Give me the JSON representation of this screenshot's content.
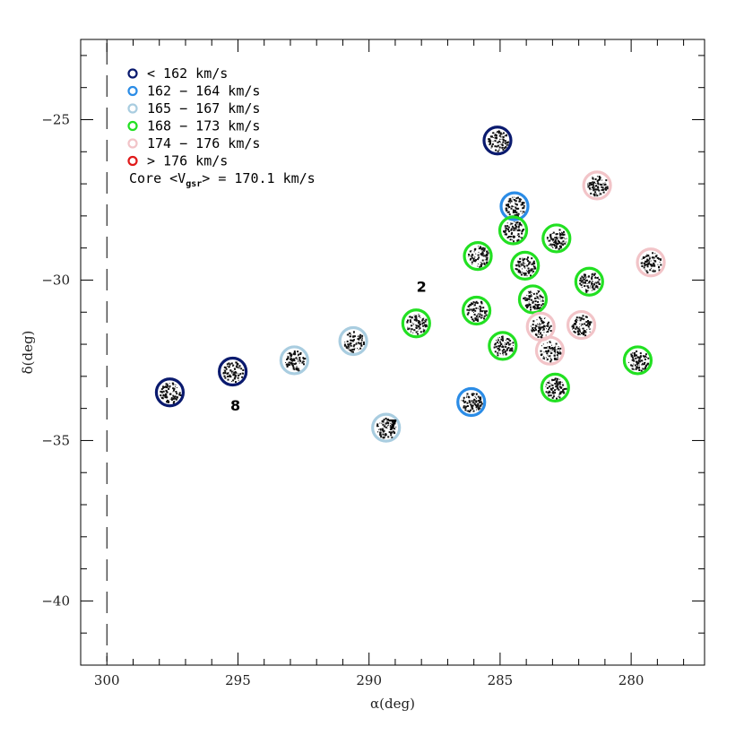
{
  "chart_data": {
    "type": "scatter",
    "xlabel": "α(deg)",
    "ylabel": "δ(deg)",
    "xlim": [
      301,
      277.2
    ],
    "ylim": [
      -42,
      -22.5
    ],
    "x_ticks": [
      "300",
      "295",
      "290",
      "285",
      "280"
    ],
    "y_ticks": [
      "−25",
      "−30",
      "−35",
      "−40"
    ],
    "grid": false,
    "legend_position": "top-left",
    "vertical_line": {
      "x": 300,
      "style": "dashed"
    },
    "legend": [
      {
        "label": "< 162 km/s",
        "color": "#0a1a6e"
      },
      {
        "label": "162 − 164 km/s",
        "color": "#2b8ce6"
      },
      {
        "label": "165 − 167 km/s",
        "color": "#a9cde0"
      },
      {
        "label": "168 − 173 km/s",
        "color": "#22e022"
      },
      {
        "label": "174 − 176 km/s",
        "color": "#f2c4c8"
      },
      {
        "label": "> 176 km/s",
        "color": "#e01a1a"
      }
    ],
    "core_label_prefix": "Core <V",
    "core_label_sub": "gsr",
    "core_label_suffix": "> = 170.1 km/s",
    "annotations": [
      {
        "text": "2",
        "x": 288.0,
        "y": -30.2
      },
      {
        "text": "8",
        "x": 295.1,
        "y": -33.9
      },
      {
        "text": "7",
        "x": 289.1,
        "y": -34.5
      }
    ],
    "fields": [
      {
        "x": 297.6,
        "y": -33.5,
        "bin": 0
      },
      {
        "x": 295.2,
        "y": -32.85,
        "bin": 0
      },
      {
        "x": 285.1,
        "y": -25.65,
        "bin": 0
      },
      {
        "x": 292.85,
        "y": -32.5,
        "bin": 2
      },
      {
        "x": 290.6,
        "y": -31.9,
        "bin": 2
      },
      {
        "x": 289.35,
        "y": -34.6,
        "bin": 2
      },
      {
        "x": 288.2,
        "y": -31.35,
        "bin": 3
      },
      {
        "x": 284.45,
        "y": -27.7,
        "bin": 1
      },
      {
        "x": 286.1,
        "y": -33.8,
        "bin": 1
      },
      {
        "x": 284.5,
        "y": -28.45,
        "bin": 3
      },
      {
        "x": 285.85,
        "y": -29.25,
        "bin": 3
      },
      {
        "x": 284.05,
        "y": -29.55,
        "bin": 3
      },
      {
        "x": 282.85,
        "y": -28.7,
        "bin": 3
      },
      {
        "x": 285.9,
        "y": -30.95,
        "bin": 3
      },
      {
        "x": 283.75,
        "y": -30.6,
        "bin": 3
      },
      {
        "x": 281.6,
        "y": -30.05,
        "bin": 3
      },
      {
        "x": 284.9,
        "y": -32.05,
        "bin": 3
      },
      {
        "x": 282.9,
        "y": -33.35,
        "bin": 3
      },
      {
        "x": 279.75,
        "y": -32.5,
        "bin": 3
      },
      {
        "x": 281.3,
        "y": -27.05,
        "bin": 4
      },
      {
        "x": 279.25,
        "y": -29.45,
        "bin": 4
      },
      {
        "x": 283.45,
        "y": -31.45,
        "bin": 4
      },
      {
        "x": 281.9,
        "y": -31.4,
        "bin": 4
      },
      {
        "x": 283.1,
        "y": -32.2,
        "bin": 4
      }
    ]
  }
}
